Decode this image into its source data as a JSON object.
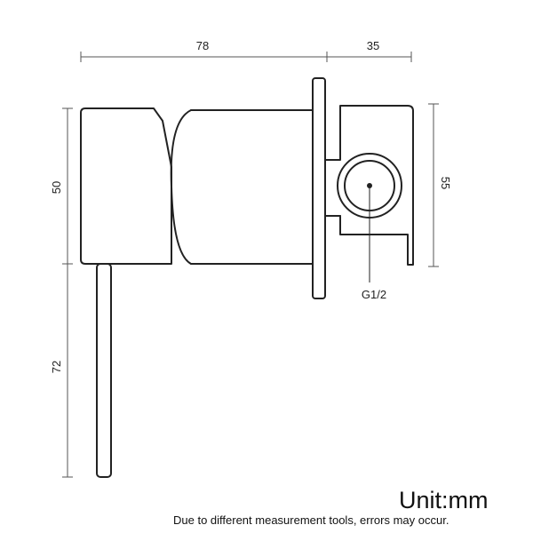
{
  "dimensions": {
    "width_body": "78",
    "width_valve": "35",
    "height_handle": "50",
    "height_valve": "55",
    "lever_length": "72"
  },
  "connection_label": "G1/2",
  "footer": {
    "unit": "Unit:mm",
    "note": "Due to different measurement tools, errors may occur."
  },
  "colors": {
    "line": "#222222",
    "background": "#ffffff"
  }
}
